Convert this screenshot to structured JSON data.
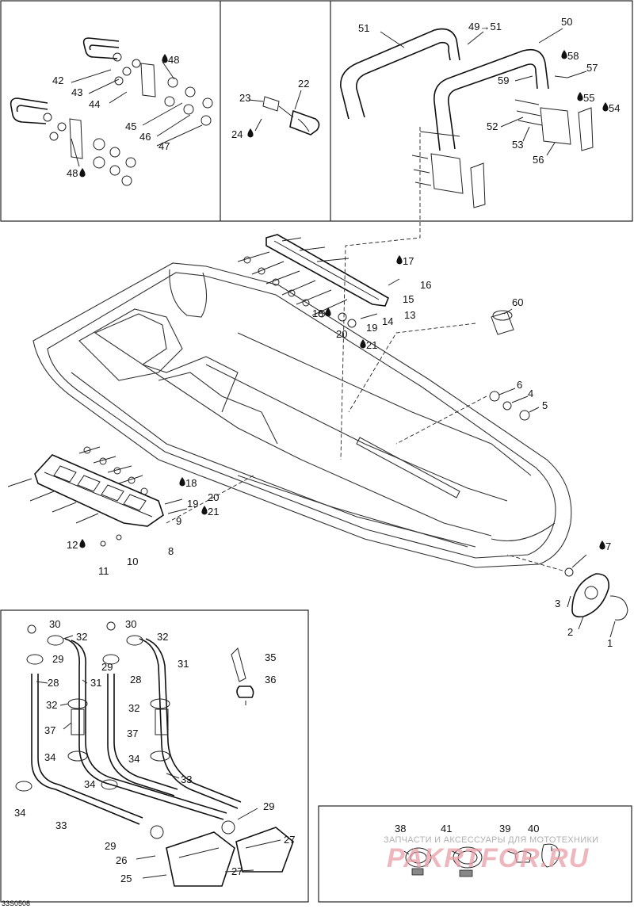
{
  "figure_code": "33S0508",
  "watermark": {
    "tagline": "ЗАПЧАСТИ И АКСЕССУАРЫ ДЛЯ МОТОТЕХНИКИ",
    "brand": "PAKRTFOR.RU",
    "brand_color": "#e8a0a8"
  },
  "callouts": [
    {
      "id": "c42",
      "text": "42"
    },
    {
      "id": "c43",
      "text": "43"
    },
    {
      "id": "c44",
      "text": "44"
    },
    {
      "id": "c45",
      "text": "45"
    },
    {
      "id": "c46",
      "text": "46"
    },
    {
      "id": "c47",
      "text": "47"
    },
    {
      "id": "c48a",
      "text": "48",
      "drop": true
    },
    {
      "id": "c48b",
      "text": "48",
      "drop": true
    },
    {
      "id": "c22",
      "text": "22"
    },
    {
      "id": "c23",
      "text": "23"
    },
    {
      "id": "c24",
      "text": "24",
      "drop": true
    },
    {
      "id": "c51",
      "text": "51"
    },
    {
      "id": "c49",
      "text": "49→51"
    },
    {
      "id": "c50",
      "text": "50"
    },
    {
      "id": "c58",
      "text": "58",
      "drop": true
    },
    {
      "id": "c57",
      "text": "57"
    },
    {
      "id": "c59",
      "text": "59"
    },
    {
      "id": "c55",
      "text": "55",
      "drop": true
    },
    {
      "id": "c54",
      "text": "54",
      "drop": true
    },
    {
      "id": "c52",
      "text": "52"
    },
    {
      "id": "c53",
      "text": "53"
    },
    {
      "id": "c56",
      "text": "56"
    },
    {
      "id": "c17",
      "text": "17",
      "drop": true
    },
    {
      "id": "c16",
      "text": "16"
    },
    {
      "id": "c15",
      "text": "15"
    },
    {
      "id": "c14",
      "text": "14"
    },
    {
      "id": "c13",
      "text": "13"
    },
    {
      "id": "c18a",
      "text": "18",
      "drop": true
    },
    {
      "id": "c19a",
      "text": "19"
    },
    {
      "id": "c20a",
      "text": "20"
    },
    {
      "id": "c21a",
      "text": "21",
      "drop": true
    },
    {
      "id": "c60",
      "text": "60"
    },
    {
      "id": "c6",
      "text": "6"
    },
    {
      "id": "c4",
      "text": "4"
    },
    {
      "id": "c5",
      "text": "5"
    },
    {
      "id": "c18b",
      "text": "18",
      "drop": true
    },
    {
      "id": "c20b",
      "text": "20"
    },
    {
      "id": "c19b",
      "text": "19"
    },
    {
      "id": "c21b",
      "text": "21",
      "drop": true
    },
    {
      "id": "c9",
      "text": "9"
    },
    {
      "id": "c8",
      "text": "8"
    },
    {
      "id": "c12",
      "text": "12",
      "drop": true
    },
    {
      "id": "c11",
      "text": "11"
    },
    {
      "id": "c10",
      "text": "10"
    },
    {
      "id": "c7",
      "text": "7",
      "drop": true
    },
    {
      "id": "c3",
      "text": "3"
    },
    {
      "id": "c2",
      "text": "2"
    },
    {
      "id": "c1",
      "text": "1"
    },
    {
      "id": "c30a",
      "text": "30"
    },
    {
      "id": "c32a",
      "text": "32"
    },
    {
      "id": "c29a",
      "text": "29"
    },
    {
      "id": "c31a",
      "text": "31"
    },
    {
      "id": "c28a",
      "text": "28"
    },
    {
      "id": "c32b",
      "text": "32"
    },
    {
      "id": "c37a",
      "text": "37"
    },
    {
      "id": "c34a",
      "text": "34"
    },
    {
      "id": "c34b",
      "text": "34"
    },
    {
      "id": "c33a",
      "text": "33"
    },
    {
      "id": "c34c",
      "text": "34"
    },
    {
      "id": "c30b",
      "text": "30"
    },
    {
      "id": "c32c",
      "text": "32"
    },
    {
      "id": "c29b",
      "text": "29"
    },
    {
      "id": "c31b",
      "text": "31"
    },
    {
      "id": "c28b",
      "text": "28"
    },
    {
      "id": "c32d",
      "text": "32"
    },
    {
      "id": "c37b",
      "text": "37"
    },
    {
      "id": "c34d",
      "text": "34"
    },
    {
      "id": "c33b",
      "text": "33"
    },
    {
      "id": "c35",
      "text": "35"
    },
    {
      "id": "c36",
      "text": "36"
    },
    {
      "id": "c29c",
      "text": "29"
    },
    {
      "id": "c29d",
      "text": "29"
    },
    {
      "id": "c27a",
      "text": "27"
    },
    {
      "id": "c26",
      "text": "26"
    },
    {
      "id": "c25",
      "text": "25"
    },
    {
      "id": "c27b",
      "text": "27"
    },
    {
      "id": "c38",
      "text": "38"
    },
    {
      "id": "c41",
      "text": "41"
    },
    {
      "id": "c39",
      "text": "39"
    },
    {
      "id": "c40",
      "text": "40"
    }
  ]
}
